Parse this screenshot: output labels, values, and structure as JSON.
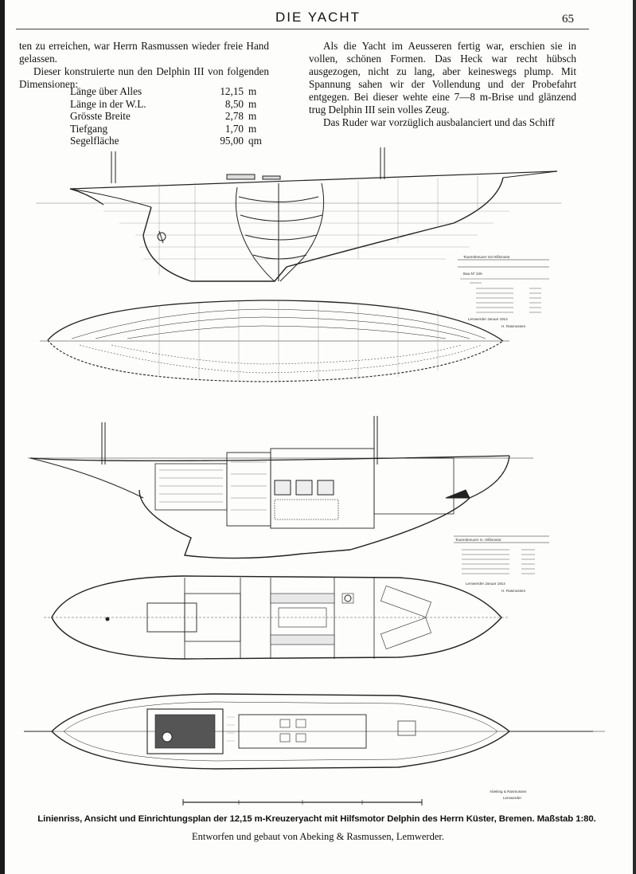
{
  "header": {
    "title": "DIE YACHT",
    "page_number": "65"
  },
  "left_column": {
    "para1": "ten zu erreichen, war Herrn Rasmussen wieder freie Hand gelassen.",
    "para2": "Dieser konstruierte nun den Delphin III von folgenden Dimensionen:"
  },
  "dimensions": [
    {
      "label": "Länge über Alles",
      "value": "12,15",
      "unit": "m"
    },
    {
      "label": "Länge in der W.L.",
      "value": "8,50",
      "unit": "m"
    },
    {
      "label": "Grösste Breite",
      "value": "2,78",
      "unit": "m"
    },
    {
      "label": "Tiefgang",
      "value": "1,70",
      "unit": "m"
    },
    {
      "label": "Segelfläche",
      "value": "95,00",
      "unit": "qm"
    }
  ],
  "right_column": {
    "para1": "Als die Yacht im Aeusseren fertig war, erschien sie in vollen, schönen Formen. Das Heck war recht hübsch ausgezogen, nicht zu lang, aber keineswegs plump. Mit Spannung sahen wir der Vollendung und der Probefahrt entgegen. Bei dieser wehte eine 7—8 m-Brise und glänzend trug Delphin III sein volles Zeug.",
    "para2": "Das Ruder war vorzüglich ausbalanciert und das Schiff"
  },
  "drawing_labels": {
    "table1_title": "Tourenkreuzer mit Hilfsmotor",
    "table1_bau": "Bau-Nº 346",
    "table2_title": "Tourenkreuzer m. Hilfsmotor",
    "signature_date": "Lemwerder Januar 1914",
    "signature_name": "H. Rasmussen",
    "stamp_line1": "Abeking & Rasmussen",
    "stamp_line2": "Lemwerder"
  },
  "caption": {
    "line1": "Linienriss, Ansicht und Einrichtungsplan der 12,15 m-Kreuzeryacht mit Hilfsmotor Delphin des Herrn Küster, Bremen. Maßstab 1:80.",
    "line2": "Entworfen und gebaut von Abeking & Rasmussen, Lemwerder."
  }
}
